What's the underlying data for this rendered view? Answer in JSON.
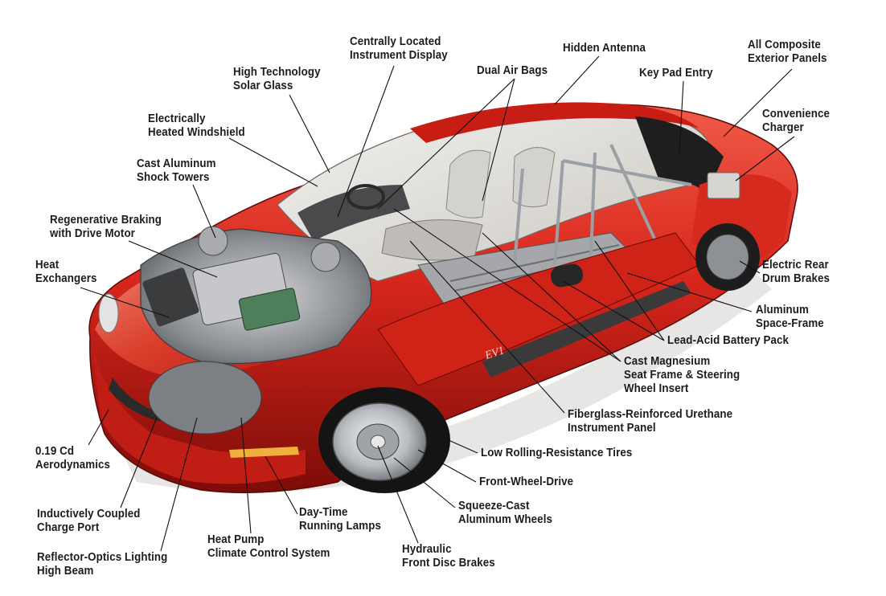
{
  "colors": {
    "body": "#d8261c",
    "body_dark": "#8a0f0a",
    "body_light": "#f07a6a",
    "glass": "#e6e4e0",
    "mechanics": "#7d7f82",
    "tire": "#1a1a1a",
    "leader": "#111111",
    "text": "#1c1c1c"
  },
  "labels": [
    {
      "id": "instrument-display",
      "text": "Centrally Located\nInstrument Display"
    },
    {
      "id": "hidden-antenna",
      "text": "Hidden Antenna"
    },
    {
      "id": "composite-panels",
      "text": "All Composite\nExterior Panels"
    },
    {
      "id": "solar-glass",
      "text": "High Technology\nSolar Glass"
    },
    {
      "id": "dual-air-bags",
      "text": "Dual Air Bags"
    },
    {
      "id": "key-pad-entry",
      "text": "Key Pad Entry"
    },
    {
      "id": "heated-windshield",
      "text": "Electrically\nHeated Windshield"
    },
    {
      "id": "convenience-charger",
      "text": "Convenience\nCharger"
    },
    {
      "id": "shock-towers",
      "text": "Cast Aluminum\nShock Towers"
    },
    {
      "id": "regenerative-braking",
      "text": "Regenerative Braking\nwith Drive Motor"
    },
    {
      "id": "heat-exchangers",
      "text": "Heat\nExchangers"
    },
    {
      "id": "drum-brakes",
      "text": "Electric Rear\nDrum Brakes"
    },
    {
      "id": "space-frame",
      "text": "Aluminum\nSpace-Frame"
    },
    {
      "id": "battery-pack",
      "text": "Lead-Acid Battery Pack"
    },
    {
      "id": "seat-frame",
      "text": "Cast Magnesium\nSeat Frame & Steering\nWheel Insert"
    },
    {
      "id": "instrument-panel",
      "text": "Fiberglass-Reinforced Urethane\nInstrument Panel"
    },
    {
      "id": "tires",
      "text": "Low Rolling-Resistance Tires"
    },
    {
      "id": "aerodynamics",
      "text": "0.19 Cd\nAerodynamics"
    },
    {
      "id": "front-wheel-drive",
      "text": "Front-Wheel-Drive"
    },
    {
      "id": "charge-port",
      "text": "Inductively Coupled\nCharge Port"
    },
    {
      "id": "squeeze-cast-wheels",
      "text": "Squeeze-Cast\nAluminum Wheels"
    },
    {
      "id": "running-lamps",
      "text": "Day-Time\nRunning Lamps"
    },
    {
      "id": "heat-pump",
      "text": "Heat Pump\nClimate Control System"
    },
    {
      "id": "disc-brakes",
      "text": "Hydraulic\nFront Disc Brakes"
    },
    {
      "id": "high-beam",
      "text": "Reflector-Optics Lighting\nHigh Beam"
    }
  ],
  "car_badge": "EV1"
}
